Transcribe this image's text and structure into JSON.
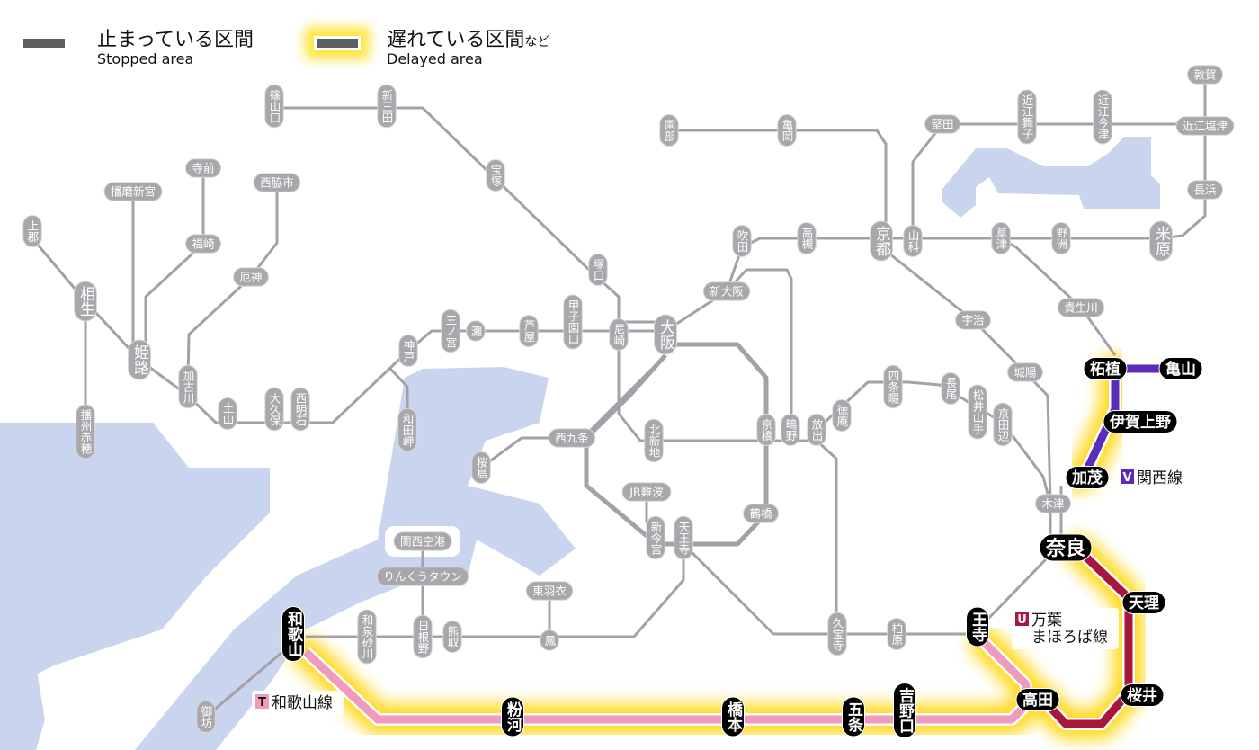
{
  "legend": {
    "stopped": {
      "jp": "止まっている区間",
      "en": "Stopped area"
    },
    "delayed": {
      "jp": "遅れている区間",
      "jp_suffix": "など",
      "en": "Delayed area"
    }
  },
  "colors": {
    "water": "#c9d5ef",
    "normal_line": "#a4a0a8",
    "normal_station": "#a9a7ab",
    "delayed_station": "#000000",
    "glow": "#ffd400",
    "kansai_line": "#5a2cb8",
    "manyo_line": "#a8163c",
    "wakayama_line": "#f29abb"
  },
  "stations": [
    {
      "name": "篠山口",
      "status": "normal"
    },
    {
      "name": "新三田",
      "status": "normal"
    },
    {
      "name": "宝塚",
      "status": "normal"
    },
    {
      "name": "塚口",
      "status": "normal"
    },
    {
      "name": "尼崎",
      "status": "normal"
    },
    {
      "name": "大阪",
      "status": "normal"
    },
    {
      "name": "新大阪",
      "status": "normal"
    },
    {
      "name": "吹田",
      "status": "normal"
    },
    {
      "name": "高槻",
      "status": "normal"
    },
    {
      "name": "京都",
      "status": "normal"
    },
    {
      "name": "山科",
      "status": "normal"
    },
    {
      "name": "園部",
      "status": "normal"
    },
    {
      "name": "亀岡",
      "status": "normal"
    },
    {
      "name": "堅田",
      "status": "normal"
    },
    {
      "name": "近江舞子",
      "status": "normal"
    },
    {
      "name": "近江今津",
      "status": "normal"
    },
    {
      "name": "近江塩津",
      "status": "normal"
    },
    {
      "name": "敦賀",
      "status": "normal"
    },
    {
      "name": "長浜",
      "status": "normal"
    },
    {
      "name": "草津",
      "status": "normal"
    },
    {
      "name": "野洲",
      "status": "normal"
    },
    {
      "name": "米原",
      "status": "normal"
    },
    {
      "name": "貴生川",
      "status": "normal"
    },
    {
      "name": "宇治",
      "status": "normal"
    },
    {
      "name": "城陽",
      "status": "normal"
    },
    {
      "name": "四条畷",
      "status": "normal"
    },
    {
      "name": "長尾",
      "status": "normal"
    },
    {
      "name": "松井山手",
      "status": "normal"
    },
    {
      "name": "京田辺",
      "status": "normal"
    },
    {
      "name": "徳庵",
      "status": "normal"
    },
    {
      "name": "放出",
      "status": "normal"
    },
    {
      "name": "鴫野",
      "status": "normal"
    },
    {
      "name": "京橋",
      "status": "normal"
    },
    {
      "name": "北新地",
      "status": "normal"
    },
    {
      "name": "西九条",
      "status": "normal"
    },
    {
      "name": "桜島",
      "status": "normal"
    },
    {
      "name": "鶴橋",
      "status": "normal"
    },
    {
      "name": "JR難波",
      "status": "normal"
    },
    {
      "name": "新今宮",
      "status": "normal"
    },
    {
      "name": "天王寺",
      "status": "normal"
    },
    {
      "name": "東羽衣",
      "status": "normal"
    },
    {
      "name": "鳳",
      "status": "normal"
    },
    {
      "name": "熊取",
      "status": "normal"
    },
    {
      "name": "日根野",
      "status": "normal"
    },
    {
      "name": "りんくうタウン",
      "status": "normal"
    },
    {
      "name": "関西空港",
      "status": "normal"
    },
    {
      "name": "和泉砂川",
      "status": "normal"
    },
    {
      "name": "御坊",
      "status": "normal"
    },
    {
      "name": "久宝寺",
      "status": "normal"
    },
    {
      "name": "柏原",
      "status": "normal"
    },
    {
      "name": "木津",
      "status": "normal"
    },
    {
      "name": "神戸",
      "status": "normal"
    },
    {
      "name": "和田岬",
      "status": "normal"
    },
    {
      "name": "三ノ宮",
      "status": "normal"
    },
    {
      "name": "灘",
      "status": "normal"
    },
    {
      "name": "芦屋",
      "status": "normal"
    },
    {
      "name": "甲子園口",
      "status": "normal"
    },
    {
      "name": "西明石",
      "status": "normal"
    },
    {
      "name": "大久保",
      "status": "normal"
    },
    {
      "name": "土山",
      "status": "normal"
    },
    {
      "name": "加古川",
      "status": "normal"
    },
    {
      "name": "姫路",
      "status": "normal"
    },
    {
      "name": "相生",
      "status": "normal"
    },
    {
      "name": "上郡",
      "status": "normal"
    },
    {
      "name": "播州赤穂",
      "status": "normal"
    },
    {
      "name": "播磨新宮",
      "status": "normal"
    },
    {
      "name": "寺前",
      "status": "normal"
    },
    {
      "name": "福崎",
      "status": "normal"
    },
    {
      "name": "西脇市",
      "status": "normal"
    },
    {
      "name": "厄神",
      "status": "normal"
    },
    {
      "name": "柘植",
      "status": "delayed"
    },
    {
      "name": "亀山",
      "status": "delayed"
    },
    {
      "name": "伊賀上野",
      "status": "delayed"
    },
    {
      "name": "加茂",
      "status": "delayed"
    },
    {
      "name": "奈良",
      "status": "delayed"
    },
    {
      "name": "天理",
      "status": "delayed"
    },
    {
      "name": "桜井",
      "status": "delayed"
    },
    {
      "name": "高田",
      "status": "delayed"
    },
    {
      "name": "王寺",
      "status": "delayed"
    },
    {
      "name": "吉野口",
      "status": "delayed"
    },
    {
      "name": "五条",
      "status": "delayed"
    },
    {
      "name": "橋本",
      "status": "delayed"
    },
    {
      "name": "粉河",
      "status": "delayed"
    },
    {
      "name": "和歌山",
      "status": "delayed"
    }
  ],
  "line_labels": [
    {
      "symbol": "V",
      "name": "関西線",
      "color": "#5a2cb8",
      "status": "delayed"
    },
    {
      "symbol": "U",
      "name": "万葉まほろば線",
      "name_lines": [
        "万葉",
        "まほろば線"
      ],
      "color": "#a8163c",
      "status": "delayed"
    },
    {
      "symbol": "T",
      "name": "和歌山線",
      "color": "#f29abb",
      "status": "delayed"
    }
  ]
}
